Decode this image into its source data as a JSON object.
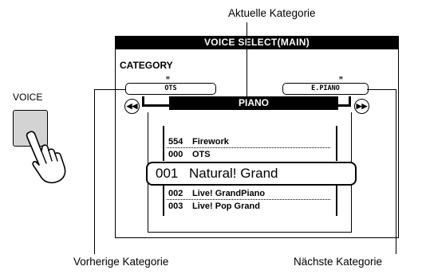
{
  "labels": {
    "current_category": "Aktuelle Kategorie",
    "previous_category": "Vorherige Kategorie",
    "next_category": "Nächste Kategorie",
    "voice": "VOICE"
  },
  "screen": {
    "title": "VOICE SELECT(MAIN)",
    "category_label": "CATEGORY",
    "prev_category": "OTS",
    "next_category": "E.PIANO",
    "current_category": "PIANO",
    "voices": [
      {
        "num": "554",
        "name": "Firework"
      },
      {
        "num": "000",
        "name": "OTS"
      },
      {
        "num": "001",
        "name": "Natural! Grand"
      },
      {
        "num": "002",
        "name": "Live! GrandPiano"
      },
      {
        "num": "003",
        "name": "Live! Pop Grand"
      }
    ]
  },
  "icons": {
    "prev": "rewind-icon",
    "next": "fast-forward-icon",
    "hand": "pointing-hand-icon"
  }
}
